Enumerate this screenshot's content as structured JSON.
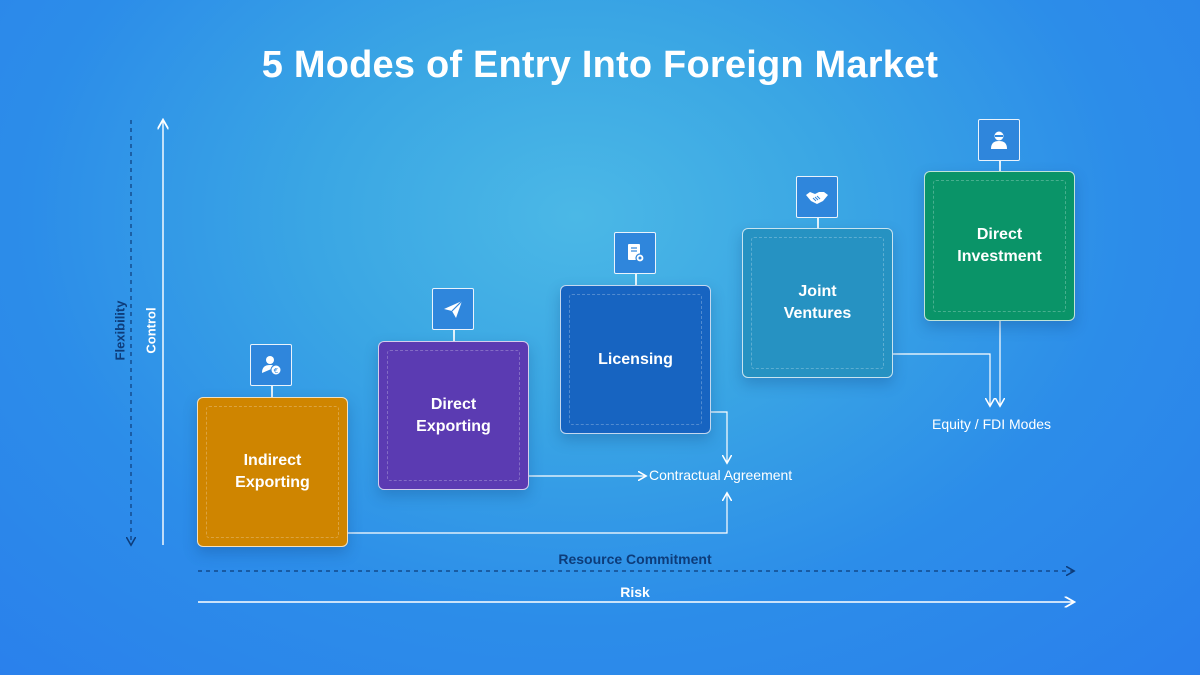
{
  "title": "5 Modes of Entry Into Foreign Market",
  "axes": {
    "flexibility": "Flexibility",
    "control": "Control",
    "resource_commitment": "Resource Commitment",
    "risk": "Risk"
  },
  "modes": [
    {
      "label": "Indirect\nExporting",
      "icon": "person-money-icon",
      "color": "#cf8500"
    },
    {
      "label": "Direct\nExporting",
      "icon": "paper-plane-icon",
      "color": "#5b3bb2"
    },
    {
      "label": "Licensing",
      "icon": "certificate-document-icon",
      "color": "#1764c1"
    },
    {
      "label": "Joint\nVentures",
      "icon": "handshake-icon",
      "color": "#2692c2"
    },
    {
      "label": "Direct\nInvestment",
      "icon": "investor-person-icon",
      "color": "#0a9468"
    }
  ],
  "groups": {
    "contractual": "Contractual Agreement",
    "equity": "Equity / FDI Modes"
  }
}
